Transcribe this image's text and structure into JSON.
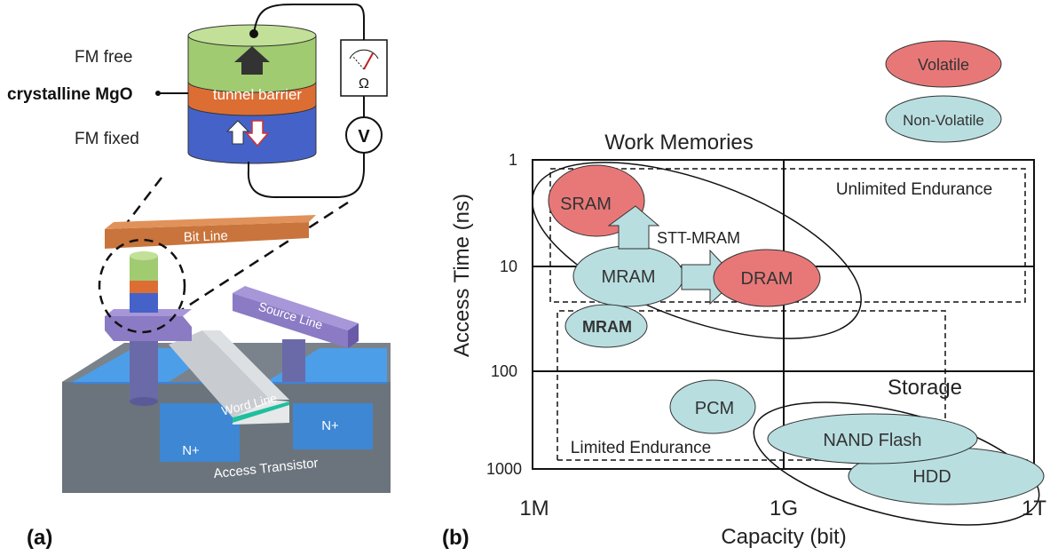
{
  "panel_a": {
    "label": "(a)",
    "mtj_layers": {
      "free": "FM free",
      "barrier_layer_text": "tunnel barrier",
      "barrier_material": "crystalline MgO",
      "fixed": "FM fixed"
    },
    "meter": {
      "ohm_symbol": "Ω",
      "voltage_symbol": "V"
    },
    "device": {
      "bit_line": "Bit Line",
      "source_line": "Source Line",
      "word_line": "Word Line",
      "n_plus_left": "N+",
      "n_plus_right": "N+",
      "access_transistor": "Access Transistor"
    },
    "colors": {
      "free": "#9bc86a",
      "barrier": "#e0703a",
      "fixed": "#4060c8",
      "bit_line": "#c8743c",
      "source_line": "#8a7ac0"
    }
  },
  "panel_b": {
    "label": "(b)",
    "legend": {
      "volatile": "Volatile",
      "non_volatile": "Non-Volatile"
    },
    "colors": {
      "volatile": "#e87878",
      "non_volatile": "#b8dee0"
    },
    "xlabel": "Capacity (bit)",
    "ylabel": "Access Time (ns)",
    "x_ticks": [
      "1M",
      "1G",
      "1T"
    ],
    "y_ticks": [
      "1",
      "10",
      "100",
      "1000"
    ],
    "regions": {
      "work_memories": "Work Memories",
      "storage": "Storage",
      "unlimited": "Unlimited Endurance",
      "limited": "Limited Endurance"
    },
    "technologies": {
      "sram": "SRAM",
      "mram": "MRAM",
      "mram_bold": "MRAM",
      "dram": "DRAM",
      "stt": "STT-MRAM",
      "pcm": "PCM",
      "nand": "NAND Flash",
      "hdd": "HDD"
    }
  }
}
